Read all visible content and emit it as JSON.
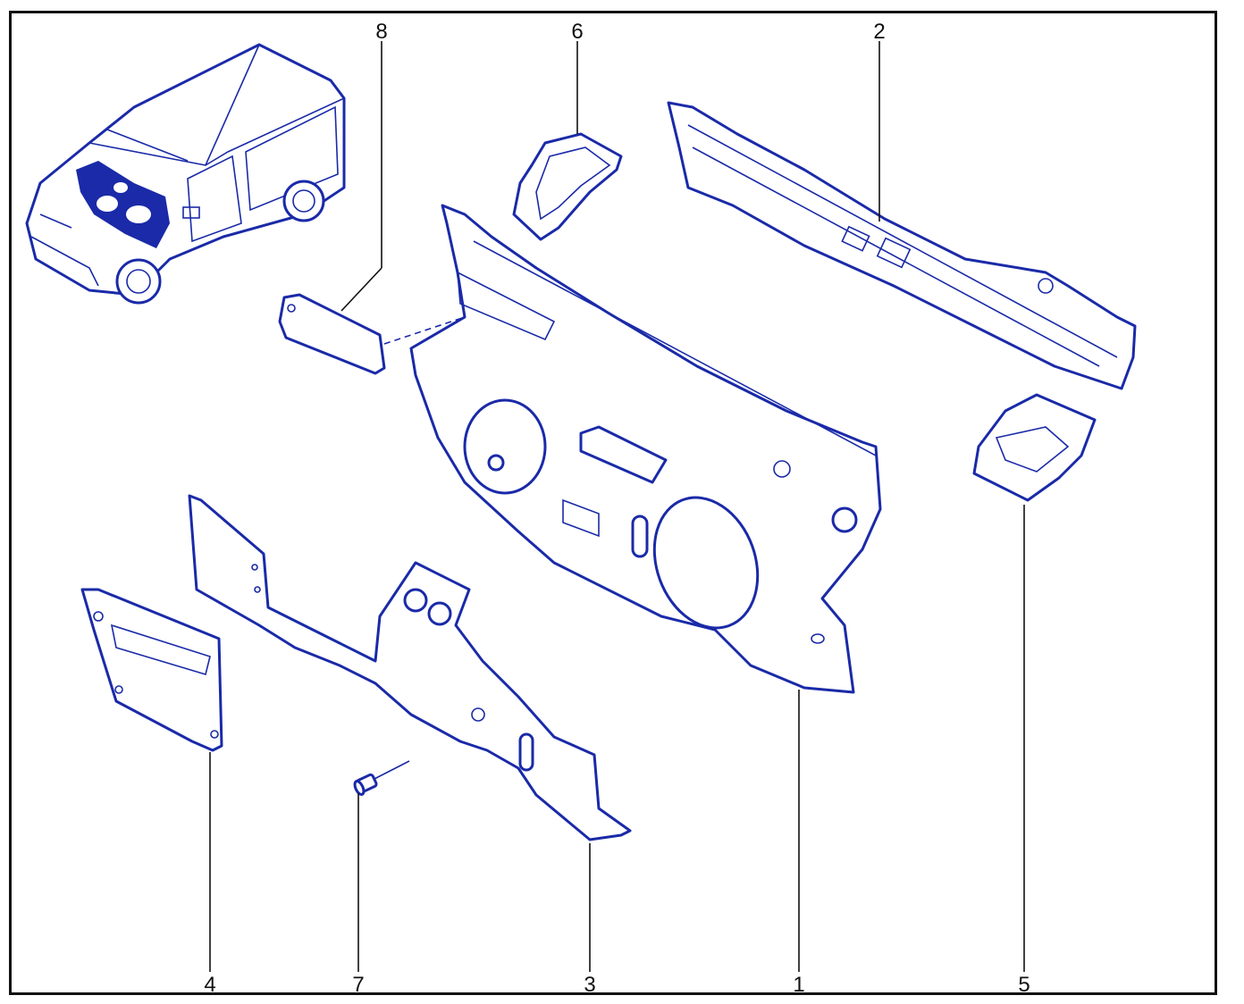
{
  "diagram": {
    "accent_color": "#1a2aa8",
    "line_color": "#111111",
    "callouts": [
      {
        "id": "1",
        "label": "1"
      },
      {
        "id": "2",
        "label": "2"
      },
      {
        "id": "3",
        "label": "3"
      },
      {
        "id": "4",
        "label": "4"
      },
      {
        "id": "5",
        "label": "5"
      },
      {
        "id": "6",
        "label": "6"
      },
      {
        "id": "7",
        "label": "7"
      },
      {
        "id": "8",
        "label": "8"
      }
    ],
    "parts": [
      {
        "callout": "1",
        "icon": "bulkhead-panel-icon"
      },
      {
        "callout": "2",
        "icon": "scuttle-panel-icon"
      },
      {
        "callout": "3",
        "icon": "lower-dash-crossmember-icon"
      },
      {
        "callout": "4",
        "icon": "side-closure-panel-icon"
      },
      {
        "callout": "5",
        "icon": "right-gusset-bracket-icon"
      },
      {
        "callout": "6",
        "icon": "left-gusset-bracket-icon"
      },
      {
        "callout": "7",
        "icon": "rivet-fastener-icon"
      },
      {
        "callout": "8",
        "icon": "cover-plate-icon"
      }
    ],
    "locator_icon": "van-locator-icon"
  }
}
